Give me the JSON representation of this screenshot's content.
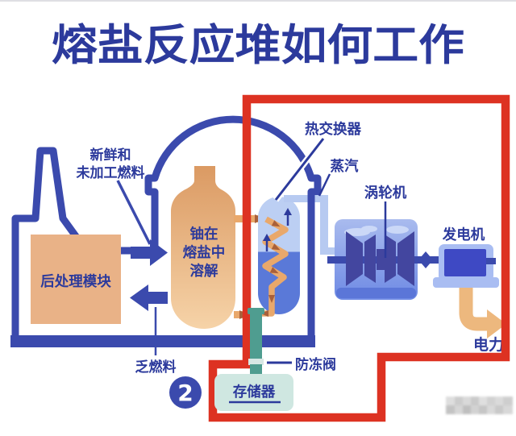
{
  "title": "熔盐反应堆如何工作",
  "labels": {
    "fresh_fuel": [
      "新鲜和",
      "未加工燃料"
    ],
    "reprocessing_module": "后处理模块",
    "reactor_vessel": [
      "铀在",
      "熔盐中",
      "溶解"
    ],
    "spent_fuel": "乏燃料",
    "heat_exchanger": "热交换器",
    "steam": "蒸汽",
    "turbine": "涡轮机",
    "generator": "发电机",
    "electricity": "电力",
    "freeze_valve": "防冻阀",
    "storage": "存储器",
    "step_number": "2"
  },
  "colors": {
    "red": "#dd3222",
    "blue": "#3b4aad",
    "text": "#2c3a9c",
    "orange_box": "#e9b287",
    "vessel_top": "#db9a63",
    "vessel_bottom": "#f6d3a8",
    "pipe": "#e9a86b",
    "pipe_arrow": "#a9603a",
    "hx_top": "#bccff3",
    "hx_bottom": "#5a79d8",
    "steam": "#b7caf1",
    "turbine_top": "#a9bbee",
    "turbine_bottom": "#6e8ae4",
    "turbine_base": "#5b76d8",
    "blade": "#43469f",
    "generator_light": "#a9bdf2",
    "generator_core": "#3e49c4",
    "power_arrow": "#edb87e",
    "teal": "#4f9d90",
    "teal_band": "#d7e7e4",
    "storage_bg": "#cfe7e1",
    "cloud": "#cbd8f7",
    "watermark": "#c2c2c2"
  }
}
